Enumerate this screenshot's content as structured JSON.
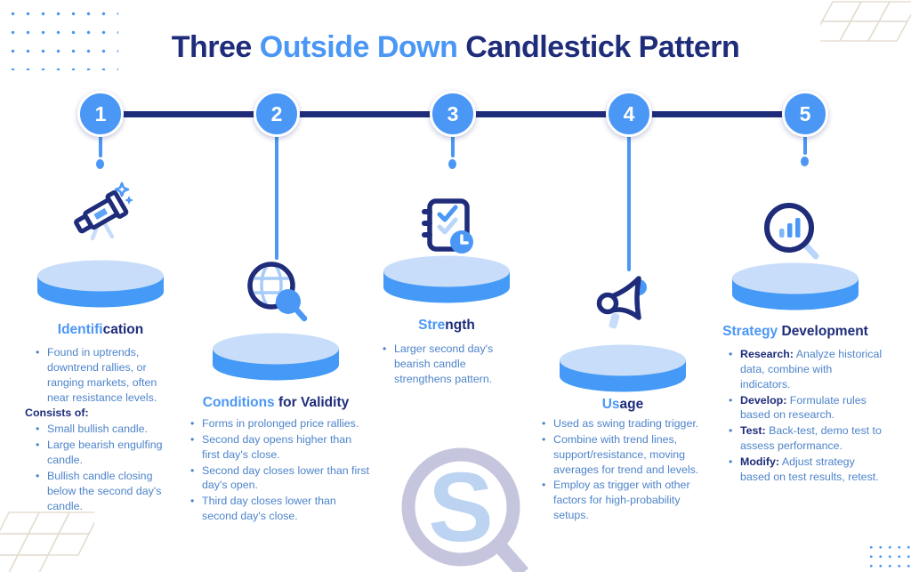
{
  "title": {
    "pre": "Three ",
    "accent": "Outside Down",
    "post": " Candlestick Pattern"
  },
  "watermark": {
    "letter": "S"
  },
  "colors": {
    "navy": "#1e2c7a",
    "accent_blue": "#4a97f5",
    "body_text_blue": "#4e84ca",
    "platform_top": "#c7ddf9",
    "deco_beige": "#e5ddd2",
    "watermark_ring": "#c6c5de",
    "watermark_letter": "#bcd4f2"
  },
  "steps": [
    {
      "number": "1",
      "icon": "telescope-icon",
      "heading_accent": "Identifi",
      "heading_rest": "cation",
      "items": [
        {
          "lead": "",
          "text": "Found in uptrends, downtrend rallies, or ranging markets, often near resistance levels."
        },
        {
          "lead": "",
          "text": "Consists of:"
        },
        {
          "lead": "",
          "text": "Small bullish candle."
        },
        {
          "lead": "",
          "text": "Large bearish engulfing candle."
        },
        {
          "lead": "",
          "text": "Bullish candle closing below the second day's candle."
        }
      ]
    },
    {
      "number": "2",
      "icon": "globe-search-icon",
      "heading_accent": "Conditions",
      "heading_rest": " for Validity",
      "items": [
        {
          "lead": "",
          "text": "Forms in prolonged price rallies."
        },
        {
          "lead": "",
          "text": "Second day opens higher than first day's close."
        },
        {
          "lead": "",
          "text": "Second day closes lower than first day's open."
        },
        {
          "lead": "",
          "text": "Third day closes lower than second day's close."
        }
      ]
    },
    {
      "number": "3",
      "icon": "notebook-check-icon",
      "heading_accent": "Stre",
      "heading_rest": "ngth",
      "items": [
        {
          "lead": "",
          "text": "Larger second day's bearish candle strengthens pattern."
        }
      ]
    },
    {
      "number": "4",
      "icon": "megaphone-icon",
      "heading_accent": "Us",
      "heading_rest": "age",
      "items": [
        {
          "lead": "",
          "text": "Used as swing trading trigger."
        },
        {
          "lead": "",
          "text": "Combine with trend lines, support/resistance, moving averages for trend and levels."
        },
        {
          "lead": "",
          "text": "Employ as trigger with other factors for high-probability setups."
        }
      ]
    },
    {
      "number": "5",
      "icon": "chart-magnifier-icon",
      "heading_accent": "Strategy",
      "heading_rest": " Development",
      "items": [
        {
          "lead": "Research:",
          "text": "Analyze historical data, combine with indicators."
        },
        {
          "lead": "Develop:",
          "text": "Formulate rules based on research."
        },
        {
          "lead": "Test:",
          "text": "Back-test, demo test to assess performance."
        },
        {
          "lead": "Modify:",
          "text": "Adjust strategy based on test results, retest."
        }
      ]
    }
  ]
}
